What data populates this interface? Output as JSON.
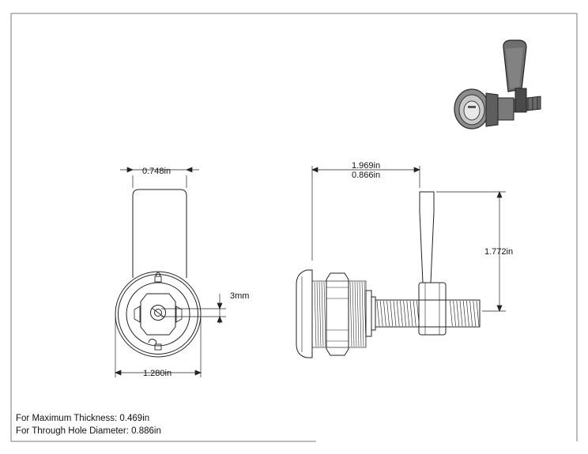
{
  "dimensions": {
    "front_width": "0.748in",
    "flange_diameter": "1.280in",
    "slot_width": "3mm",
    "total_length": "1.969in",
    "body_length": "0.866in",
    "cam_height": "1.772in"
  },
  "notes": {
    "max_thickness": "For Maximum Thickness: 0.469in",
    "through_hole": "For Through Hole Diameter: 0.886in"
  },
  "icons": {
    "iso_view": "cam-lock-isometric-icon",
    "locked": "padlock-closed-icon",
    "unlocked": "padlock-open-icon"
  }
}
